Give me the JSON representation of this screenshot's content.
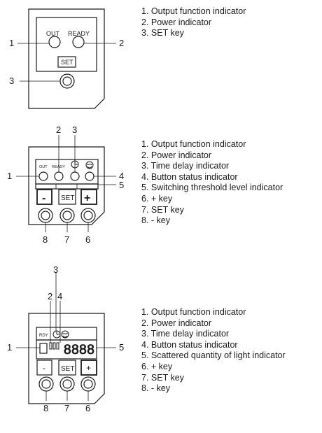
{
  "diagram1": {
    "panel": {
      "out": "OUT",
      "ready": "READY",
      "set": "SET"
    },
    "callouts": [
      "1",
      "2",
      "3"
    ],
    "legend": [
      "1. Output function indicator",
      "2. Power indicator",
      "3. SET key"
    ]
  },
  "diagram2": {
    "panel": {
      "out": "OUT",
      "ready": "READY",
      "minus": "-",
      "set": "SET",
      "plus": "+"
    },
    "callouts": [
      "1",
      "2",
      "3",
      "4",
      "5",
      "6",
      "7",
      "8"
    ],
    "legend": [
      "1. Output function indicator",
      "2. Power indicator",
      "3. Time delay indicator",
      "4. Button status indicator",
      "5. Switching threshold level indicator",
      "6. + key",
      "7. SET key",
      "8. - key"
    ]
  },
  "diagram3": {
    "panel": {
      "rdy": "RDY",
      "display": "8888",
      "minus": "-",
      "set": "SET",
      "plus": "+"
    },
    "callouts": [
      "1",
      "2",
      "3",
      "4",
      "5",
      "6",
      "7",
      "8"
    ],
    "legend": [
      "1. Output function indicator",
      "2. Power indicator",
      "3. Time delay indicator",
      "4. Button status indicator",
      "5. Scattered quantity of light indicator",
      "6. + key",
      "7. SET key",
      "8. - key"
    ]
  }
}
